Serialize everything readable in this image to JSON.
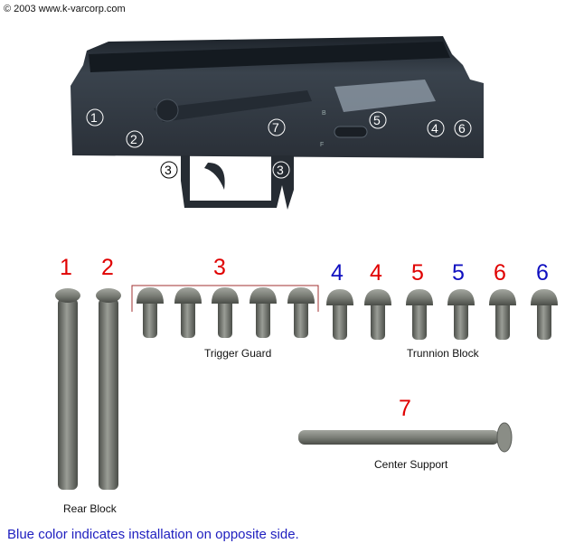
{
  "copyright": "© 2003 www.k-varcorp.com",
  "receiver_callouts": [
    "1",
    "2",
    "3",
    "3",
    "4",
    "5",
    "6",
    "7"
  ],
  "receiver_marks": {
    "b": "B",
    "f": "F"
  },
  "pin_labels": [
    {
      "text": "1",
      "color": "#e00000"
    },
    {
      "text": "2",
      "color": "#e00000"
    },
    {
      "text": "3",
      "color": "#e00000"
    },
    {
      "text": "4",
      "color": "#1010c0"
    },
    {
      "text": "4",
      "color": "#e00000"
    },
    {
      "text": "5",
      "color": "#e00000"
    },
    {
      "text": "5",
      "color": "#1010c0"
    },
    {
      "text": "6",
      "color": "#e00000"
    },
    {
      "text": "6",
      "color": "#1010c0"
    },
    {
      "text": "7",
      "color": "#e00000"
    }
  ],
  "groups": {
    "trigger_guard": "Trigger Guard",
    "trunnion_block": "Trunnion Block",
    "center_support": "Center Support",
    "rear_block": "Rear Block"
  },
  "footnote": "Blue color indicates installation on opposite side.",
  "colors": {
    "red": "#e00000",
    "blue": "#1010c0",
    "receiver": "#2e3640",
    "pin": "#7c7f78"
  }
}
